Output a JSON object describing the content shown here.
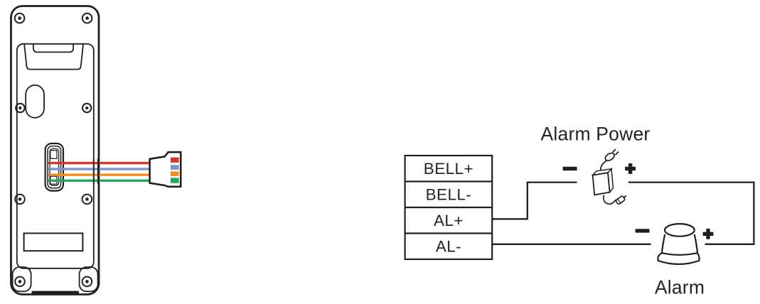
{
  "diagram": {
    "alarm_power": {
      "title": "Alarm Power",
      "negative_sign": "−",
      "positive_sign": "+"
    },
    "alarm": {
      "label": "Alarm",
      "negative_sign": "−",
      "positive_sign": "+"
    },
    "terminal_block": {
      "rows": [
        {
          "label": "BELL+"
        },
        {
          "label": "BELL-"
        },
        {
          "label": "AL+"
        },
        {
          "label": "AL-"
        }
      ]
    },
    "connector": {
      "pin_colors_top_to_bottom": [
        "red",
        "blue",
        "orange",
        "green"
      ]
    },
    "colors": {
      "line": "#231f20",
      "text": "#272324",
      "wire_red": "#d8352c",
      "wire_blue": "#7d95c9",
      "wire_orange": "#ef8f24",
      "wire_green": "#27a65d"
    }
  }
}
